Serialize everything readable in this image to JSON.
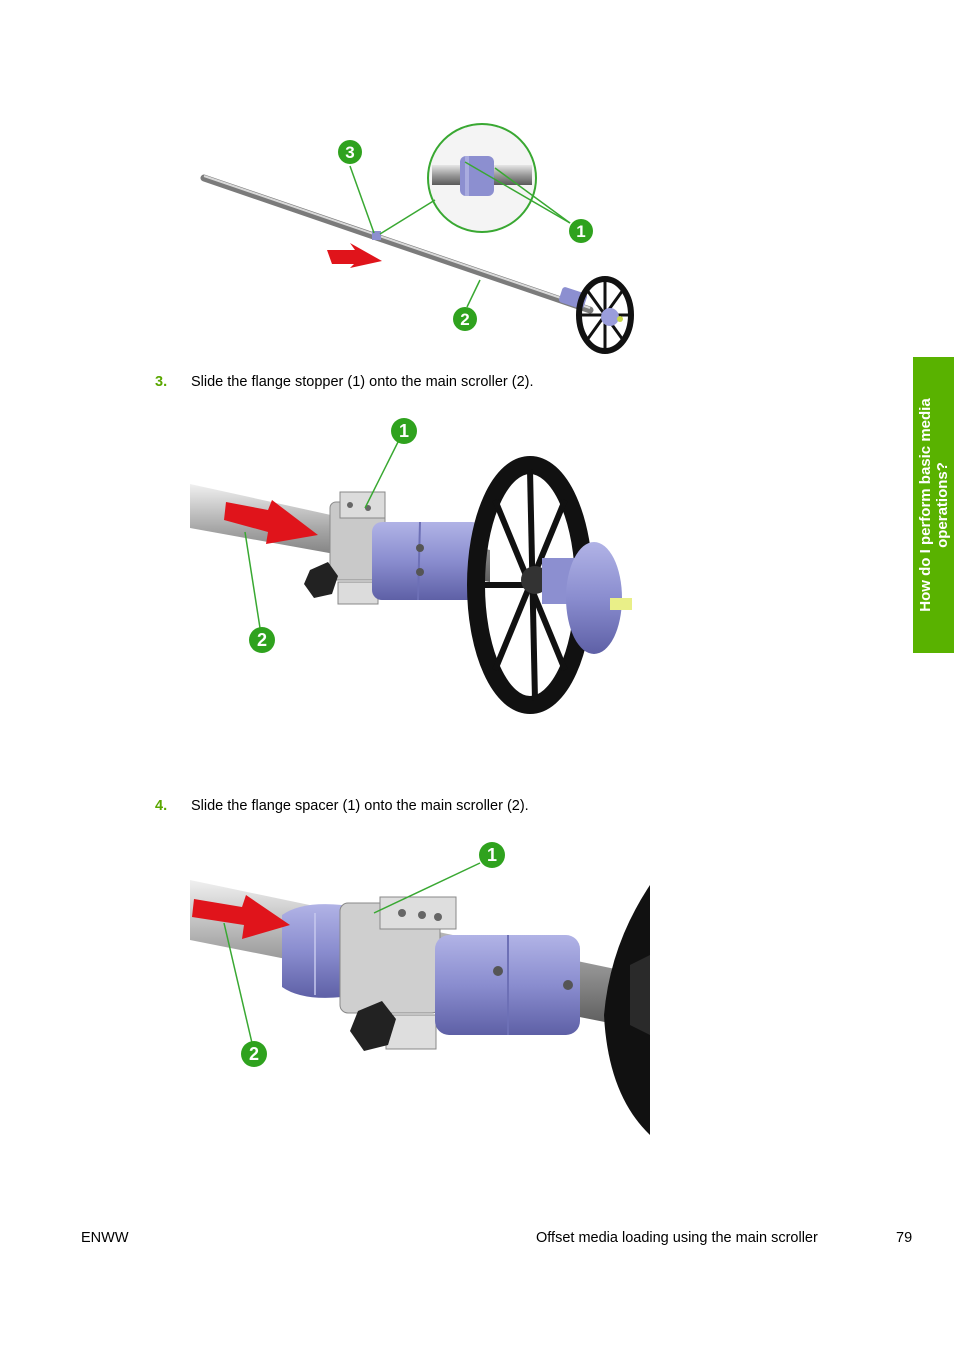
{
  "steps": [
    {
      "number": "3.",
      "text": "Slide the flange stopper (1) onto the main scroller (2)."
    },
    {
      "number": "4.",
      "text": "Slide the flange spacer (1) onto the main scroller (2)."
    }
  ],
  "side_tab": {
    "text": "How do I perform basic media operations?"
  },
  "footer": {
    "left": "ENWW",
    "section": "Offset media loading using the main scroller",
    "page_number": "79"
  },
  "figures": {
    "fig1": {
      "callouts": [
        "3",
        "1",
        "2"
      ]
    },
    "fig2": {
      "callouts": [
        "1",
        "2"
      ]
    },
    "fig3": {
      "callouts": [
        "1",
        "2"
      ]
    }
  },
  "colors": {
    "callout_green": "#2fa21e",
    "step_number": "#5aa700",
    "tab_green": "#59b200",
    "arrow_red": "#e0141b",
    "part_purple": "#8c8fd0"
  }
}
